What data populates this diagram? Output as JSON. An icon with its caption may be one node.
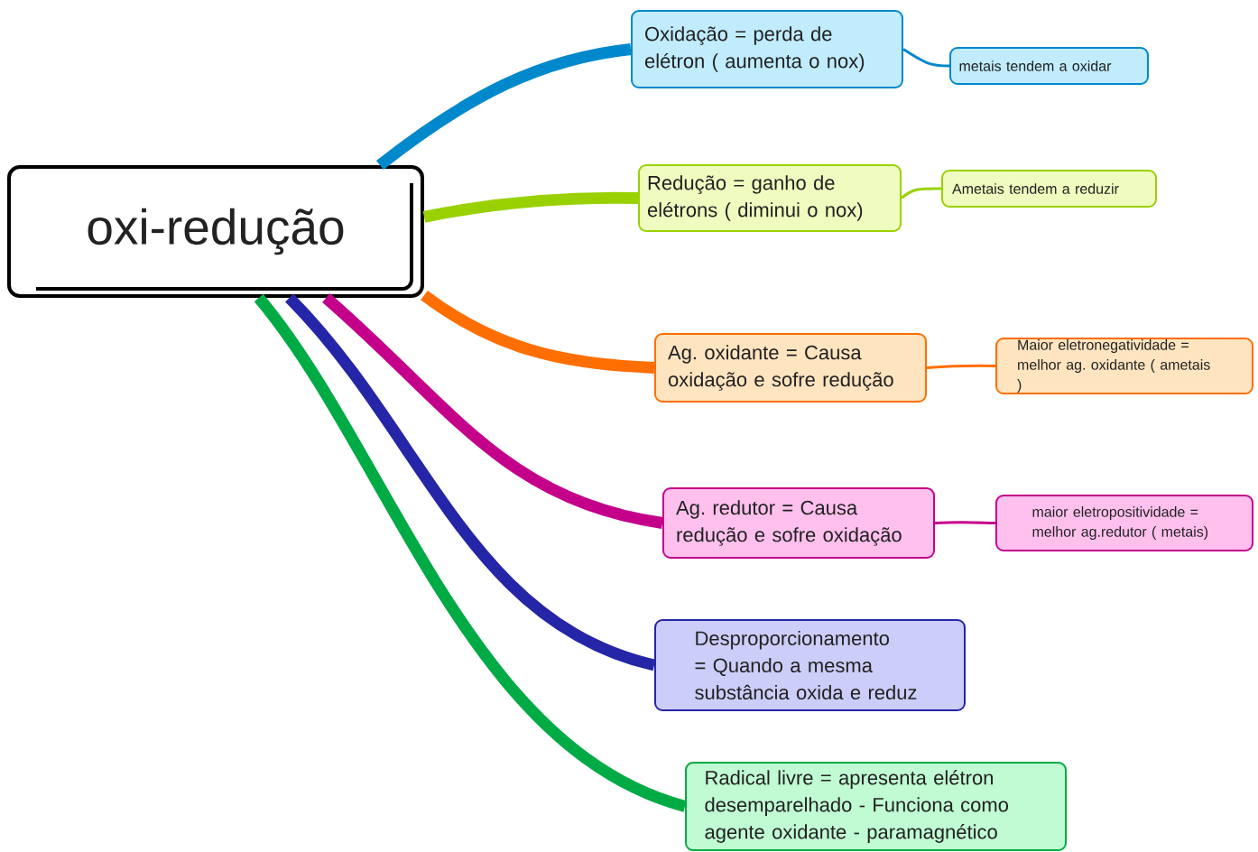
{
  "diagram": {
    "nodes": [
      {
        "text": [
          "oxi-redução"
        ]
      },
      {
        "text": [
          "Oxidação = perda de elétron ( aumenta o nox)"
        ]
      },
      {
        "text": [
          "metais tendem a oxidar"
        ]
      },
      {
        "text": [
          "Redução = ganho de elétrons ( diminui o nox)"
        ]
      },
      {
        "text": [
          "Ametais tendem a reduzir"
        ]
      },
      {
        "text": [
          "Ag. oxidante = Causa oxidação e sofre redução"
        ]
      },
      {
        "text": [
          "Maior eletronegatividade = melhor ag. oxidante ( ametais )"
        ]
      },
      {
        "text": [
          "Ag. redutor = Causa redução e sofre oxidação"
        ]
      },
      {
        "text": [
          "maior eletropositividade = melhor ag.redutor ( metais)"
        ]
      },
      {
        "text": [
          "Desproporcionamento = Quando a mesma substância oxida e reduz"
        ]
      },
      {
        "text": [
          "Radical livre = apresenta elétron desemparelhado - Funciona como agente oxidante - paramagnético"
        ]
      }
    ],
    "edges": [
      {
        "from": 0,
        "to": 1,
        "arrow": "none",
        "color": "#0088cc"
      },
      {
        "from": 1,
        "to": 2,
        "arrow": "none",
        "color": "#0088cc"
      },
      {
        "from": 0,
        "to": 3,
        "arrow": "none",
        "color": "#99d100"
      },
      {
        "from": 3,
        "to": 4,
        "arrow": "none",
        "color": "#99d100"
      },
      {
        "from": 0,
        "to": 5,
        "arrow": "none",
        "color": "#ff6e00"
      },
      {
        "from": 5,
        "to": 6,
        "arrow": "none",
        "color": "#ff6e00"
      },
      {
        "from": 0,
        "to": 7,
        "arrow": "none",
        "color": "#c4008a"
      },
      {
        "from": 7,
        "to": 8,
        "arrow": "none",
        "color": "#c4008a"
      },
      {
        "from": 0,
        "to": 9,
        "arrow": "none",
        "color": "#2525a8"
      },
      {
        "from": 0,
        "to": 10,
        "arrow": "none",
        "color": "#00aa44"
      }
    ]
  }
}
